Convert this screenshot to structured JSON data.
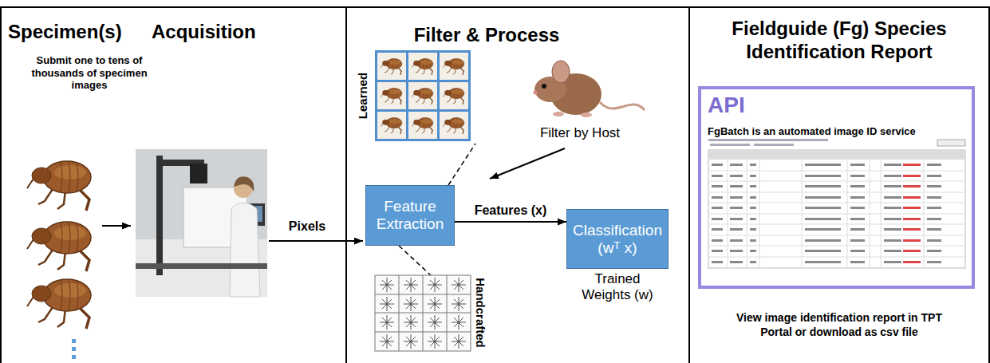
{
  "diagram": {
    "nodes": [
      {
        "text": [
          "Specimen(s)",
          "Acquisition",
          "Submit one to tens of thousands of specimen images"
        ]
      },
      {
        "text": [
          "Filter & Process"
        ]
      },
      {
        "text": [
          "Feature Extraction"
        ],
        "in": 1
      },
      {
        "text": [
          "Classification (wᵀ x)"
        ],
        "in": 1
      },
      {
        "text": [
          "Fieldguide (Fg) Species Identification Report",
          "View image identification report in TPT Portal or download as csv file"
        ]
      },
      {
        "text": [
          "API",
          "FgBatch is an automated image ID service"
        ],
        "in": 4
      }
    ],
    "edges": [
      {
        "from": 2,
        "to": 3,
        "arrow": "to",
        "label": "Features (x)"
      }
    ],
    "labels": [
      "Pixels",
      "Learned",
      "Filter by Host",
      "Trained Weights (w)",
      "Handcrafted"
    ]
  }
}
